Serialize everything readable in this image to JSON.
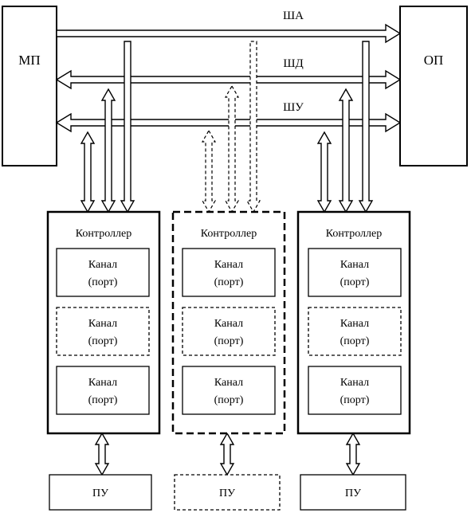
{
  "blocks": {
    "mp": "МП",
    "op": "ОП"
  },
  "buses": {
    "address": "ША",
    "data": "ШД",
    "control": "ШУ"
  },
  "controllers": [
    {
      "title": "Контроллер",
      "channels": [
        {
          "line1": "Канал",
          "line2": "(порт)"
        },
        {
          "line1": "Канал",
          "line2": "(порт)"
        },
        {
          "line1": "Канал",
          "line2": "(порт)"
        }
      ],
      "device": "ПУ"
    },
    {
      "title": "Контроллер",
      "channels": [
        {
          "line1": "Канал",
          "line2": "(порт)"
        },
        {
          "line1": "Канал",
          "line2": "(порт)"
        },
        {
          "line1": "Канал",
          "line2": "(порт)"
        }
      ],
      "device": "ПУ"
    },
    {
      "title": "Контроллер",
      "channels": [
        {
          "line1": "Канал",
          "line2": "(порт)"
        },
        {
          "line1": "Канал",
          "line2": "(порт)"
        },
        {
          "line1": "Канал",
          "line2": "(порт)"
        }
      ],
      "device": "ПУ"
    }
  ]
}
